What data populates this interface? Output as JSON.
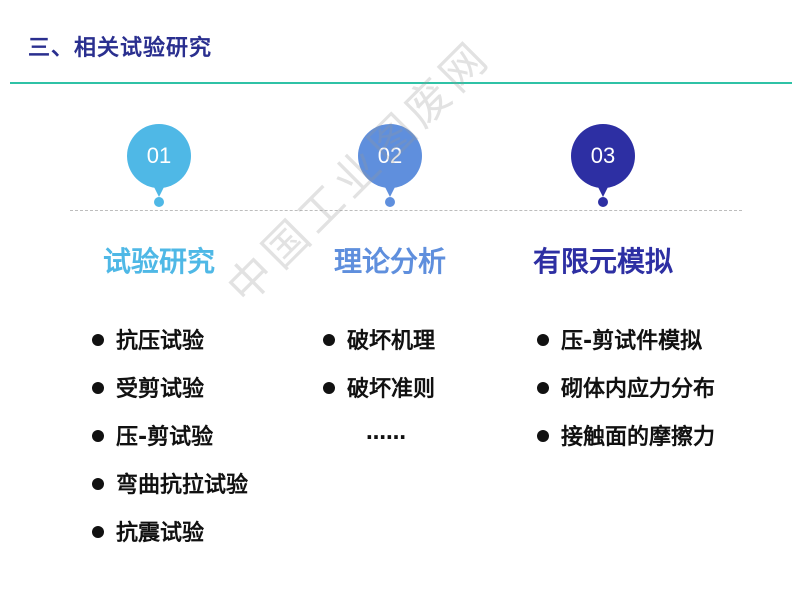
{
  "header": {
    "title": "三、相关试验研究"
  },
  "colors": {
    "title": "#2a2f8f",
    "rule": "#2fc2a6",
    "c1": "#4fb8e6",
    "c2": "#5f8fdd",
    "c3": "#2d2fa3"
  },
  "columns": [
    {
      "number": "01",
      "title": "试验研究",
      "items": [
        "抗压试验",
        "受剪试验",
        "压-剪试验",
        "弯曲抗拉试验",
        "抗震试验"
      ]
    },
    {
      "number": "02",
      "title": "理论分析",
      "items": [
        "破坏机理",
        "破坏准则"
      ],
      "more": "……"
    },
    {
      "number": "03",
      "title": "有限元模拟",
      "items": [
        "压-剪试件模拟",
        "砌体内应力分布",
        "接触面的摩擦力"
      ]
    }
  ],
  "watermark": "中国工业图废网"
}
